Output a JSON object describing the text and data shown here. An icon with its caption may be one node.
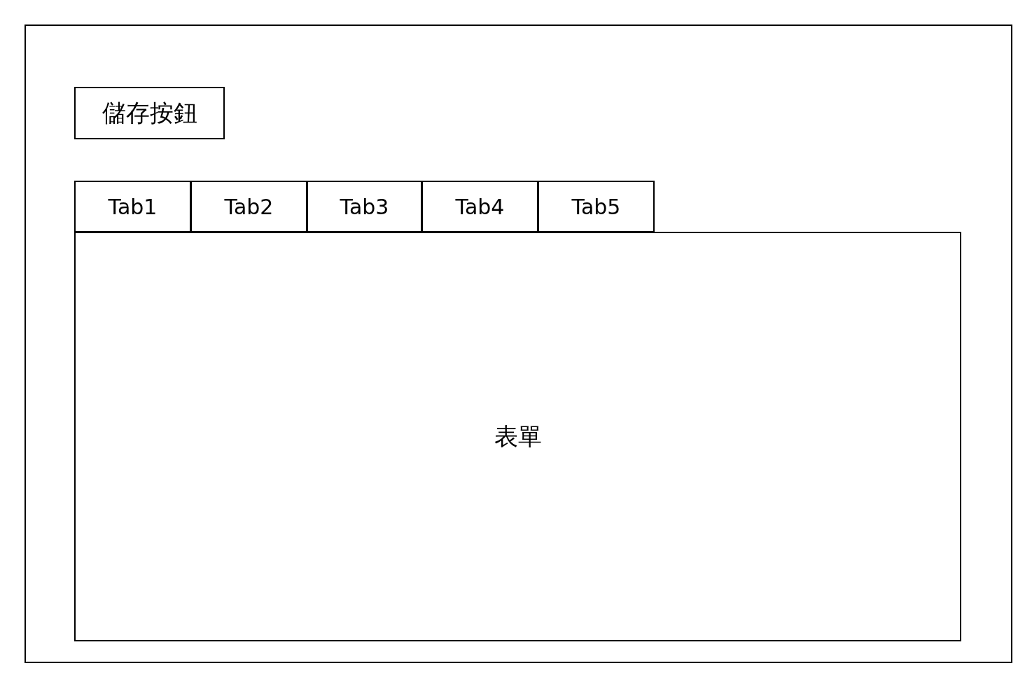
{
  "diagram": {
    "nodes": [
      {
        "text": [],
        "shape": "box"
      },
      {
        "text": [
          "儲存按鈕"
        ],
        "in": 0
      },
      {
        "text": [
          "Tab1"
        ],
        "in": 0
      },
      {
        "text": [
          "Tab2"
        ],
        "in": 0
      },
      {
        "text": [
          "Tab3"
        ],
        "in": 0
      },
      {
        "text": [
          "Tab4"
        ],
        "in": 0
      },
      {
        "text": [
          "Tab5"
        ],
        "in": 0
      },
      {
        "text": [
          "表單"
        ],
        "in": 0
      }
    ]
  }
}
